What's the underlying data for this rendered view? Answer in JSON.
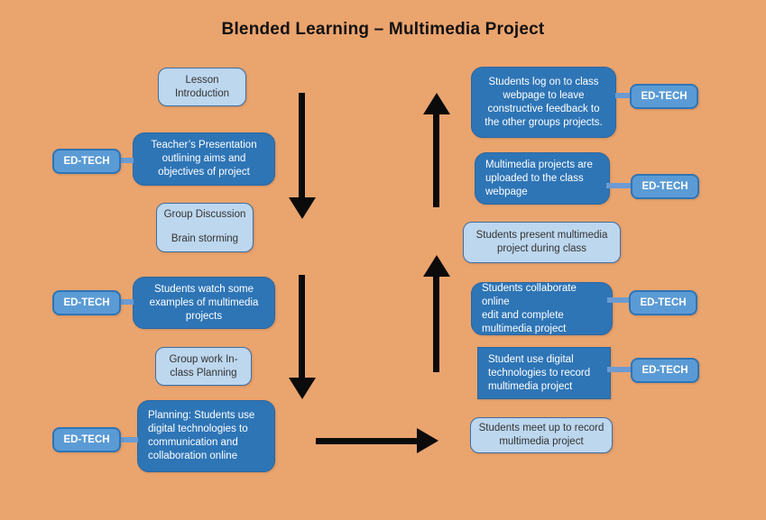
{
  "title": "Blended Learning – Multimedia Project",
  "edtech_label": "ED-TECH",
  "flow": {
    "left": [
      {
        "id": "lesson-introduction",
        "text": "Lesson\nIntroduction"
      },
      {
        "id": "teacher-presentation",
        "text": "Teacher’s Presentation\noutlining aims and\nobjectives of project"
      },
      {
        "id": "group-discussion",
        "text": "Group Discussion\n\nBrain storming"
      },
      {
        "id": "students-watch-examples",
        "text": "Students watch some\nexamples of multimedia\nprojects"
      },
      {
        "id": "group-work-planning",
        "text": "Group work In-\nclass Planning"
      },
      {
        "id": "planning-online-collaboration",
        "text": "Planning: Students use\ndigital technologies to\ncommunication and\ncollaboration online"
      }
    ],
    "right": [
      {
        "id": "students-feedback-webpage",
        "text": "Students log on to class\nwebpage to leave\nconstructive feedback to\nthe other groups projects."
      },
      {
        "id": "projects-uploaded",
        "text": "Multimedia projects are\nuploaded to the class\nwebpage"
      },
      {
        "id": "students-present",
        "text": "Students present multimedia\nproject during class"
      },
      {
        "id": "students-collaborate-online",
        "text": "Students collaborate online\nedit and complete\nmultimedia project"
      },
      {
        "id": "students-record-digital",
        "text": "Student use digital\ntechnologies to record\nmultimedia project"
      },
      {
        "id": "students-meet-record",
        "text": "Students meet up to record\nmultimedia project"
      }
    ]
  },
  "colors": {
    "background": "#EAA46E",
    "dark_box": "#2E75B6",
    "light_box": "#BDD7EE",
    "edtech_box": "#5B9BD5",
    "box_border": "#2E75B6",
    "arrow": "#0B0B0B",
    "title_text": "#111111",
    "dark_box_text": "#FFFFFF",
    "light_box_text": "#333333"
  }
}
